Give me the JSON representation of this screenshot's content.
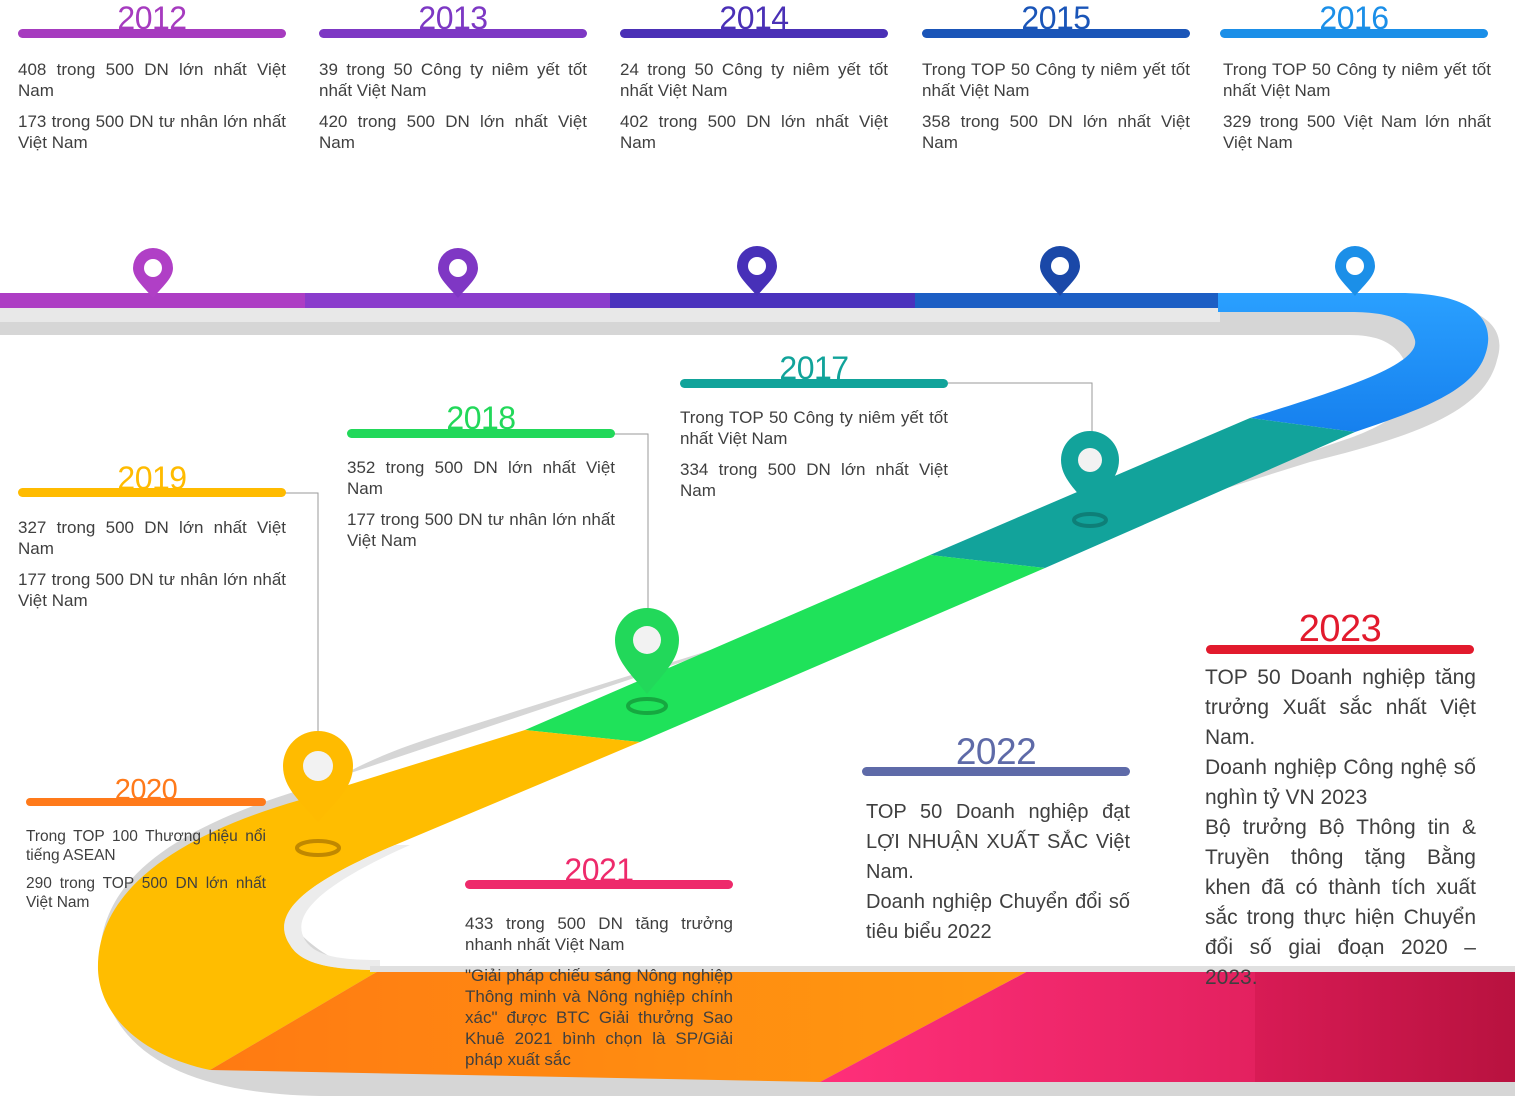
{
  "colors": {
    "y2012": "#a63bbf",
    "y2013": "#7d38c4",
    "y2014": "#4a30b6",
    "y2015": "#1a55b8",
    "y2016": "#1b8fe8",
    "y2017": "#11a39a",
    "y2018": "#22d85a",
    "y2019": "#ffbb00",
    "y2020": "#ff7a1a",
    "y2021": "#ee2a6b",
    "y2022": "#5e6aa8",
    "y2023": "#e21a2d"
  },
  "milestones": [
    {
      "year": "2012",
      "items": [
        "408 trong 500 DN lớn nhất Việt Nam",
        "173 trong 500 DN tư nhân lớn nhất Việt Nam"
      ]
    },
    {
      "year": "2013",
      "items": [
        "39 trong 50 Công ty niêm yết tốt nhất Việt Nam",
        "420 trong 500 DN lớn nhất Việt Nam"
      ]
    },
    {
      "year": "2014",
      "items": [
        "24 trong 50 Công ty niêm yết tốt nhất Việt Nam",
        "402 trong 500 DN lớn nhất Việt Nam"
      ]
    },
    {
      "year": "2015",
      "items": [
        "Trong TOP 50 Công ty niêm yết tốt nhất Việt Nam",
        "358 trong 500 DN lớn nhất Việt Nam"
      ]
    },
    {
      "year": "2016",
      "items": [
        "Trong TOP 50 Công ty niêm yết tốt nhất Việt Nam",
        "329 trong 500 Việt Nam lớn nhất Việt Nam"
      ]
    },
    {
      "year": "2017",
      "items": [
        "Trong TOP 50 Công ty niêm yết tốt nhất Việt Nam",
        "334 trong 500 DN lớn nhất Việt Nam"
      ]
    },
    {
      "year": "2018",
      "items": [
        "352 trong 500 DN lớn nhất Việt Nam",
        "177 trong 500 DN tư nhân lớn nhất Việt Nam"
      ]
    },
    {
      "year": "2019",
      "items": [
        "327 trong 500 DN lớn nhất Việt Nam",
        "177 trong 500 DN tư nhân lớn nhất Việt Nam"
      ]
    },
    {
      "year": "2020",
      "items": [
        "Trong TOP 100 Thương hiệu nổi tiếng ASEAN",
        "290 trong TOP 500 DN lớn nhất Việt Nam"
      ]
    },
    {
      "year": "2021",
      "items": [
        "433 trong 500 DN tăng trưởng nhanh nhất Việt Nam",
        "\"Giải pháp chiếu sáng Nông nghiệp Thông minh và Nông nghiệp chính xác\" được BTC Giải thưởng Sao Khuê 2021 bình chọn là SP/Giải pháp xuất sắc"
      ]
    },
    {
      "year": "2022",
      "items": [
        "TOP 50 Doanh nghiệp đạt LỢI NHUẬN XUẤT SẮC Việt Nam.",
        "Doanh nghiệp Chuyển đổi số tiêu biểu 2022"
      ]
    },
    {
      "year": "2023",
      "items": [
        "TOP 50 Doanh nghiệp tăng trưởng Xuất sắc nhất Việt Nam.",
        "Doanh nghiệp Công nghệ số nghìn tỷ VN 2023",
        "Bộ trưởng Bộ Thông tin & Truyền thông tặng Bằng khen đã có thành tích xuất sắc trong thực hiện Chuyển đổi số giai đoạn 2020 – 2023."
      ]
    }
  ]
}
